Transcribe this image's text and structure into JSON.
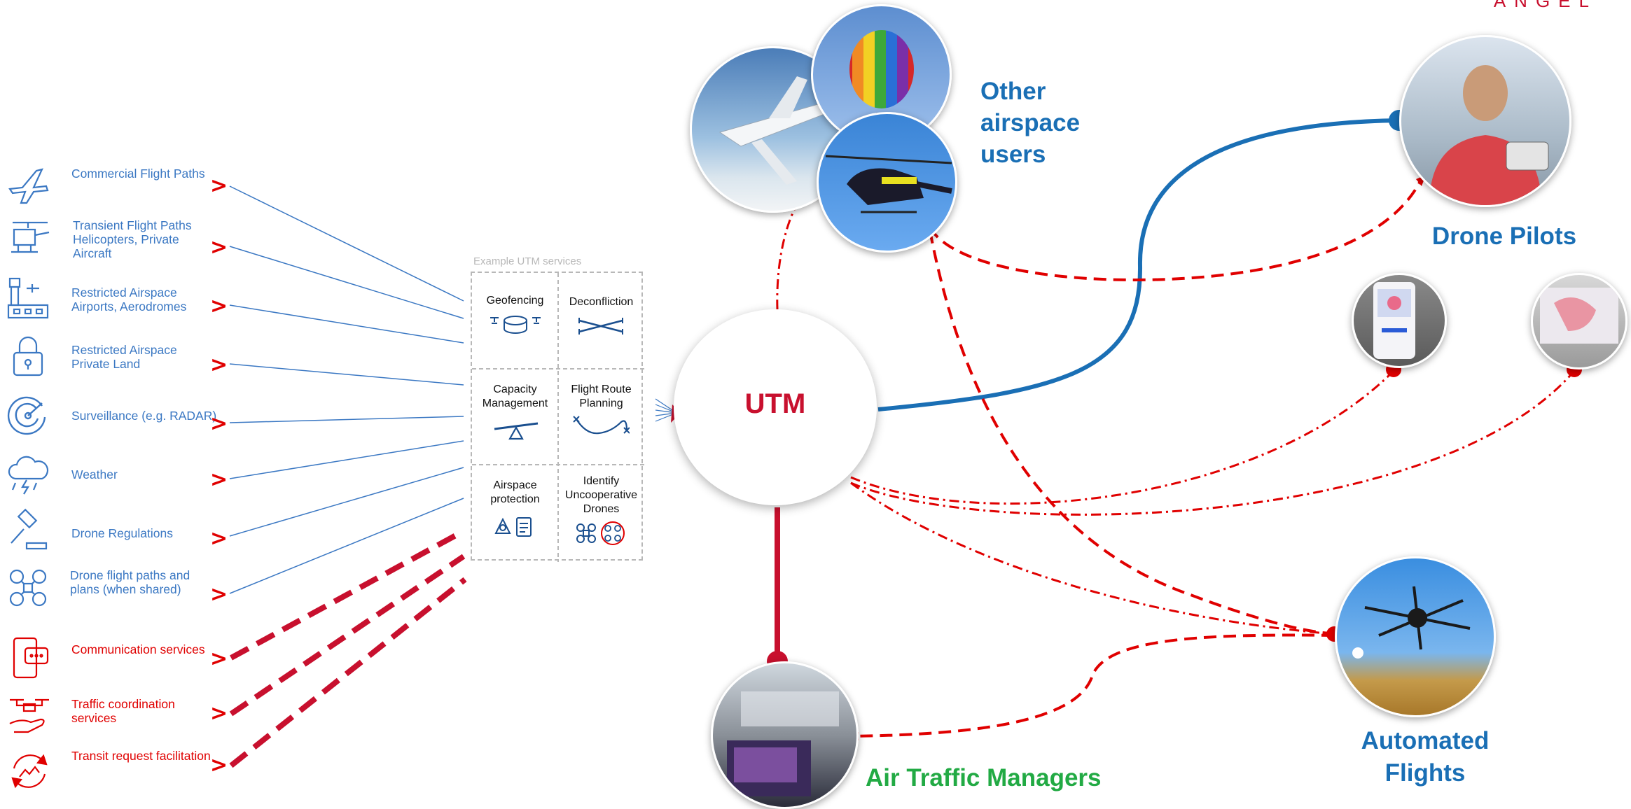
{
  "logo": {
    "text": "ANGEL"
  },
  "inputs": [
    {
      "label": "Commercial Flight Paths",
      "icon": "airplane-icon",
      "color": "#3b78c3"
    },
    {
      "label": "Transient Flight Paths Helicopters, Private Aircraft",
      "icon": "helicopter-icon",
      "color": "#3b78c3"
    },
    {
      "label": "Restricted Airspace Airports, Aerodromes",
      "icon": "control-tower-icon",
      "color": "#3b78c3"
    },
    {
      "label": "Restricted Airspace Private Land",
      "icon": "padlock-icon",
      "color": "#3b78c3"
    },
    {
      "label": "Surveillance (e.g. RADAR)",
      "icon": "radar-icon",
      "color": "#3b78c3"
    },
    {
      "label": "Weather",
      "icon": "storm-cloud-icon",
      "color": "#3b78c3"
    },
    {
      "label": "Drone Regulations",
      "icon": "gavel-icon",
      "color": "#3b78c3"
    },
    {
      "label": "Drone flight paths and plans (when shared)",
      "icon": "drone-icon",
      "color": "#3b78c3"
    },
    {
      "label": "Communication services",
      "icon": "phone-chat-icon",
      "color": "#e00000"
    },
    {
      "label": "Traffic coordination services",
      "icon": "drone-hand-icon",
      "color": "#e00000"
    },
    {
      "label": "Transit request facilitation",
      "icon": "circular-arrows-icon",
      "color": "#e00000"
    }
  ],
  "services": {
    "title": "Example UTM services",
    "cells": [
      {
        "label": "Geofencing",
        "icon": "geofence-icon"
      },
      {
        "label": "Deconfliction",
        "icon": "crossing-paths-icon"
      },
      {
        "label": "Capacity Management",
        "icon": "balance-icon"
      },
      {
        "label": "Flight Route Planning",
        "icon": "route-icon"
      },
      {
        "label": "Airspace protection",
        "icon": "shield-checklist-icon"
      },
      {
        "label": "Identify Uncooperative Drones",
        "icon": "drone-alert-icon"
      }
    ]
  },
  "hub": {
    "label": "UTM",
    "color": "#c8102e"
  },
  "actors": {
    "other_airspace_users": {
      "label": "Other airspace users",
      "color": "#1a6fb5"
    },
    "drone_pilots": {
      "label": "Drone Pilots",
      "color": "#1a6fb5"
    },
    "air_traffic_managers": {
      "label": "Air Traffic Managers",
      "color": "#22aa44"
    },
    "automated_flights": {
      "label": "Automated Flights",
      "color": "#1a6fb5"
    }
  },
  "colors": {
    "blue_line": "#1a6fb5",
    "red_line": "#e00000",
    "dark_red": "#c8102e"
  }
}
